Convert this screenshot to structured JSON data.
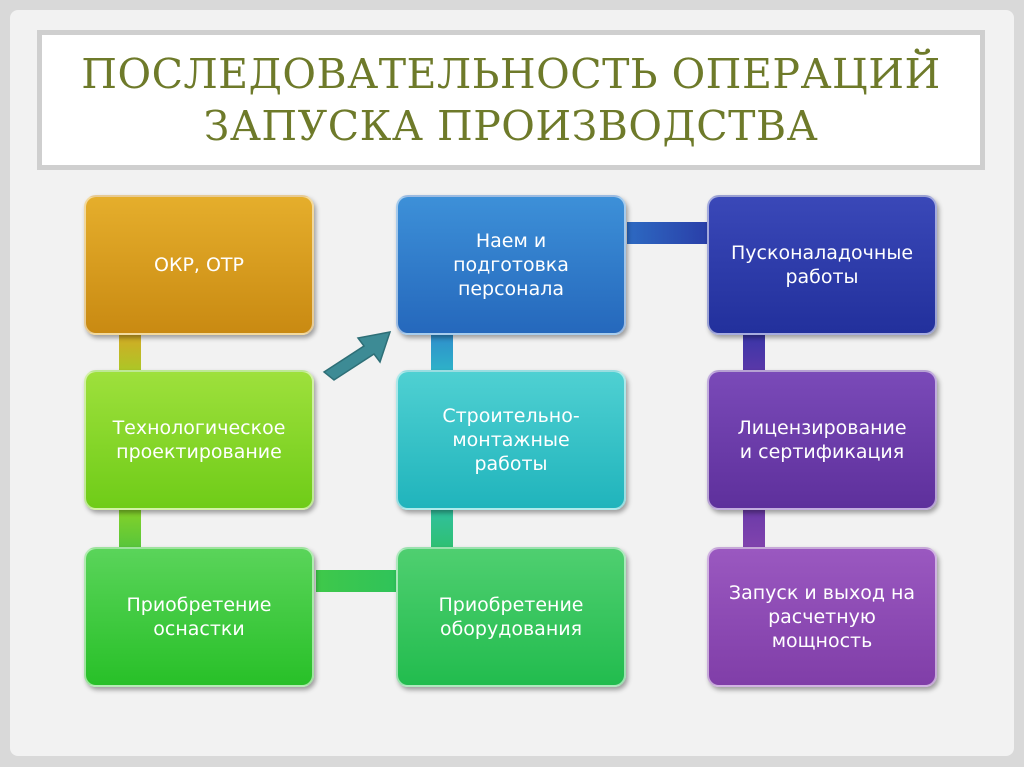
{
  "title": {
    "line1": "Последовательность операций",
    "line2": "запуска производства"
  },
  "steps": {
    "okr": "ОКР, ОТР",
    "tech_design": "Технологическое проектирование",
    "tooling": "Приобретение оснастки",
    "equipment": "Приобретение оборудования",
    "construction": "Строительно-\nмонтажные\nработы",
    "hiring": "Наем и\nподготовка\nперсонала",
    "commissioning": "Пусконаладочные\nработы",
    "licensing": "Лицензирование\nи сертификация",
    "launch": "Запуск и выход на\nрасчетную\nмощность"
  },
  "colors": {
    "okr": "#d99a1a",
    "tech_design": "#7fd620",
    "tooling": "#3cc83c",
    "equipment": "#2fc35a",
    "construction": "#2ec0c4",
    "hiring": "#2d78c8",
    "commissioning": "#2a39a8",
    "licensing": "#6a3aa8",
    "launch": "#8c48b0",
    "arrow": "#3c8c96"
  }
}
